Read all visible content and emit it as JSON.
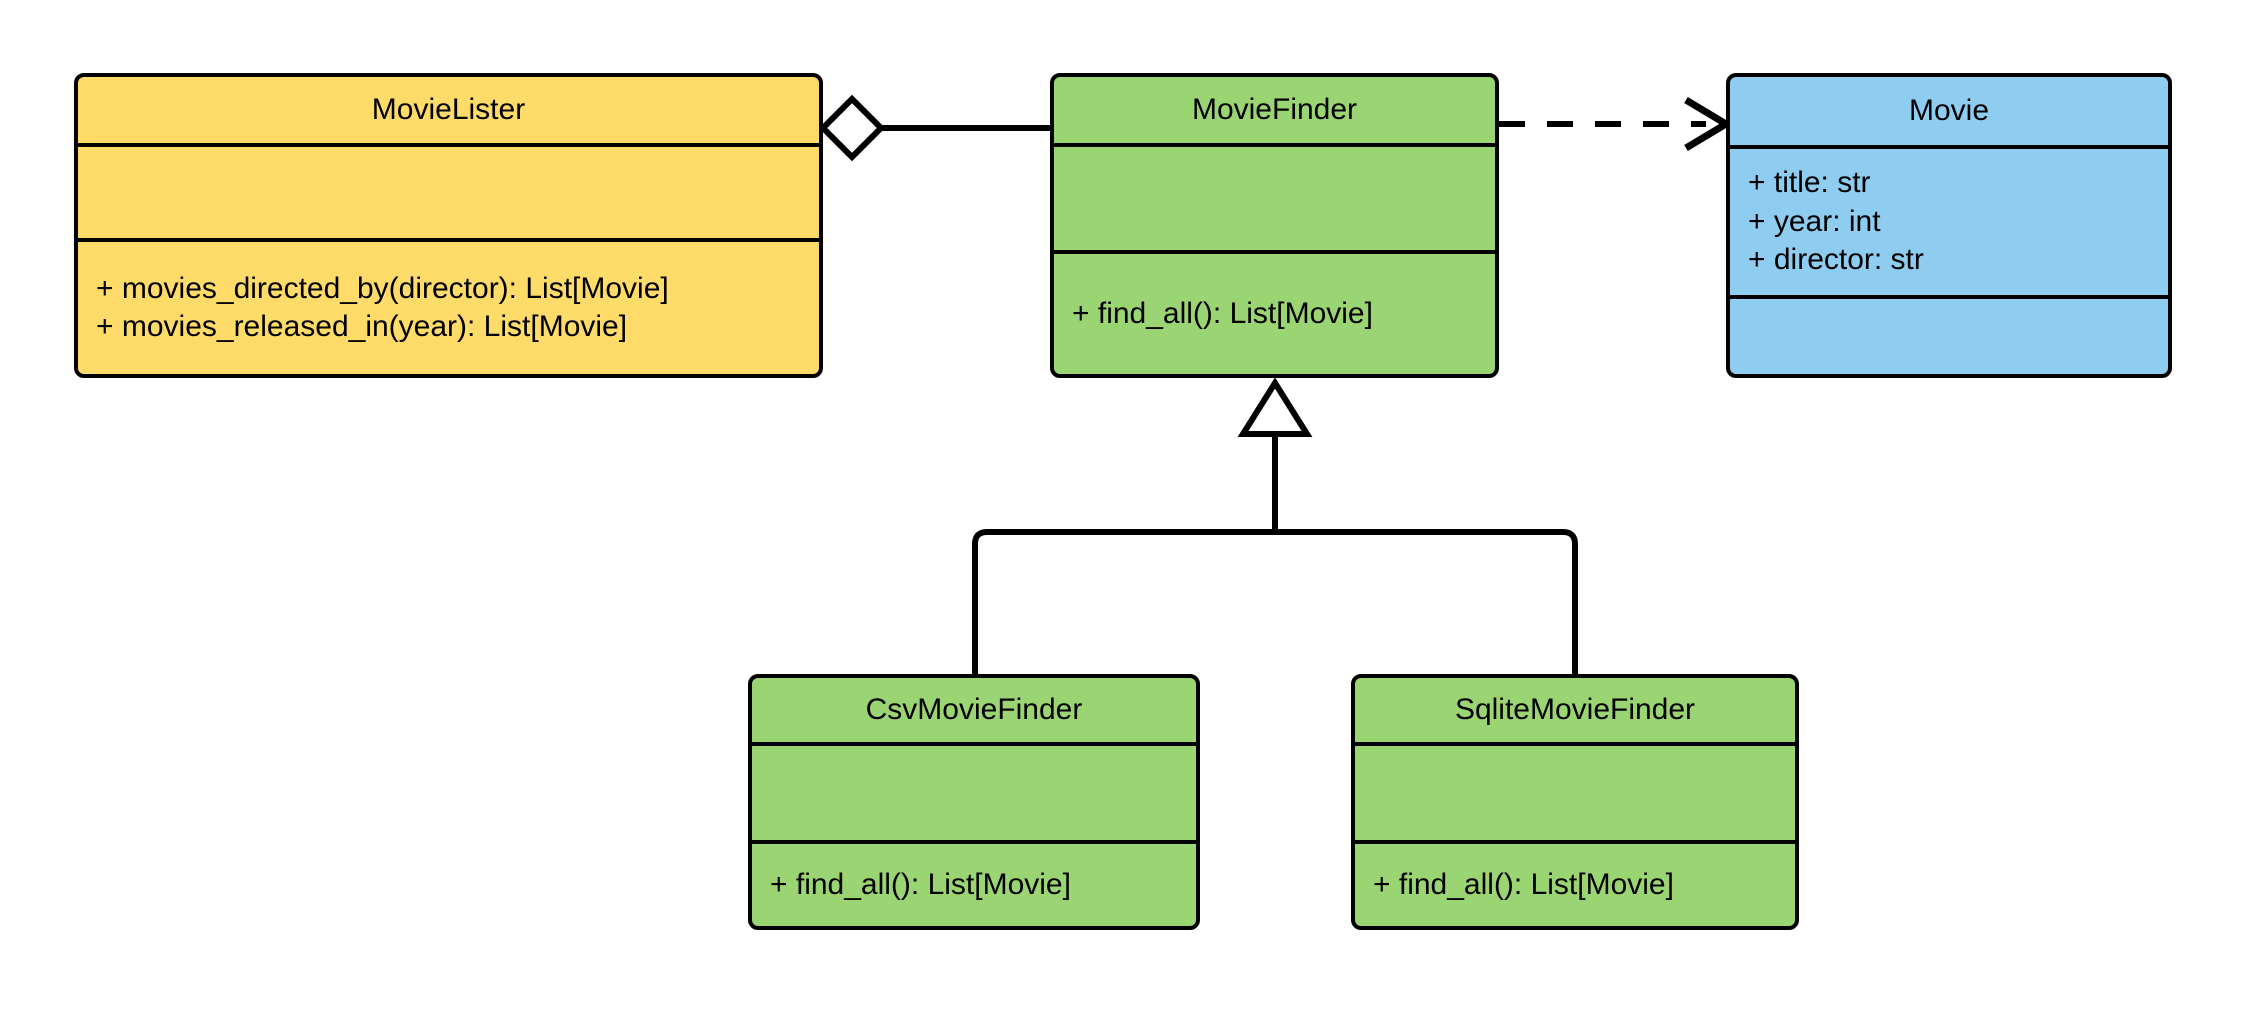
{
  "diagram": {
    "type": "uml-class-diagram",
    "title": "MovieLister dependency injection class diagram",
    "background_color": "#ffffff",
    "line_color": "#000000"
  },
  "palette": {
    "yellow": "#ffdb69",
    "green": "#9bd472",
    "blue": "#8fcdf0",
    "stroke": "#000000"
  },
  "classes": [
    {
      "id": "movie-lister",
      "name": "MovieLister",
      "fill": "#ffdb69",
      "attributes": [],
      "methods": [
        "+ movies_directed_by(director): List[Movie]",
        "+ movies_released_in(year): List[Movie]"
      ]
    },
    {
      "id": "movie-finder",
      "name": "MovieFinder",
      "fill": "#9bd472",
      "attributes": [],
      "methods": [
        "+ find_all(): List[Movie]"
      ]
    },
    {
      "id": "movie",
      "name": "Movie",
      "fill": "#8fcdf0",
      "attributes": [
        "+ title: str",
        "+ year: int",
        "+ director: str"
      ],
      "methods": []
    },
    {
      "id": "csv-movie-finder",
      "name": "CsvMovieFinder",
      "fill": "#9bd472",
      "attributes": [],
      "methods": [
        "+ find_all(): List[Movie]"
      ]
    },
    {
      "id": "sqlite-movie-finder",
      "name": "SqliteMovieFinder",
      "fill": "#9bd472",
      "attributes": [],
      "methods": [
        "+ find_all(): List[Movie]"
      ]
    }
  ],
  "relations": [
    {
      "id": "lister-aggregates-finder",
      "kind": "aggregation",
      "from": "MovieLister",
      "to": "MovieFinder",
      "marker": "hollow-diamond",
      "line": "solid",
      "label": ""
    },
    {
      "id": "finder-depends-movie",
      "kind": "dependency",
      "from": "MovieFinder",
      "to": "Movie",
      "marker": "open-arrow",
      "line": "dashed",
      "label": ""
    },
    {
      "id": "csv-inherits-finder",
      "kind": "generalization",
      "from": "CsvMovieFinder",
      "to": "MovieFinder",
      "marker": "hollow-triangle",
      "line": "solid",
      "label": ""
    },
    {
      "id": "sqlite-inherits-finder",
      "kind": "generalization",
      "from": "SqliteMovieFinder",
      "to": "MovieFinder",
      "marker": "hollow-triangle",
      "line": "solid",
      "label": ""
    }
  ]
}
